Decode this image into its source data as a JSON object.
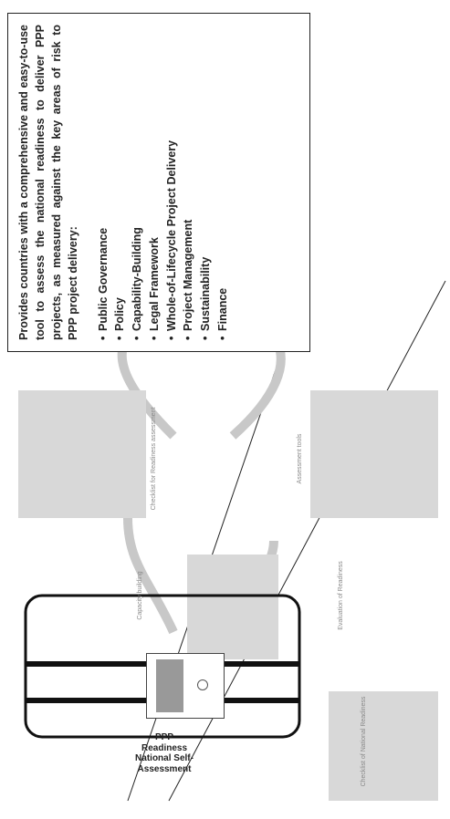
{
  "hub": {
    "title": "PPP Readiness National Self-Assessment"
  },
  "callout": {
    "intro": "Provides countries with a comprehensive and easy-to-use tool to assess the national readiness to deliver PPP projects, as measured against the key areas of risk to PPP project delivery:",
    "items": [
      "Public Governance",
      "Policy",
      "Capability-Building",
      "Legal Framework",
      "Whole-of-Lifecycle Project Delivery",
      "Project Management",
      "Sustainability",
      "Finance"
    ]
  },
  "faded_labels": {
    "left_top": "Checklist of National Readiness",
    "left_bottom": "Evaluation of Readiness",
    "mid_right": "Checklist for Readiness assessment",
    "bottom_left": "Assessment tools",
    "bottom_right": "Capacity building"
  },
  "colors": {
    "box_fill": "#d8d8d8",
    "arc_fill": "#c8c8c8",
    "outline": "#111111"
  }
}
